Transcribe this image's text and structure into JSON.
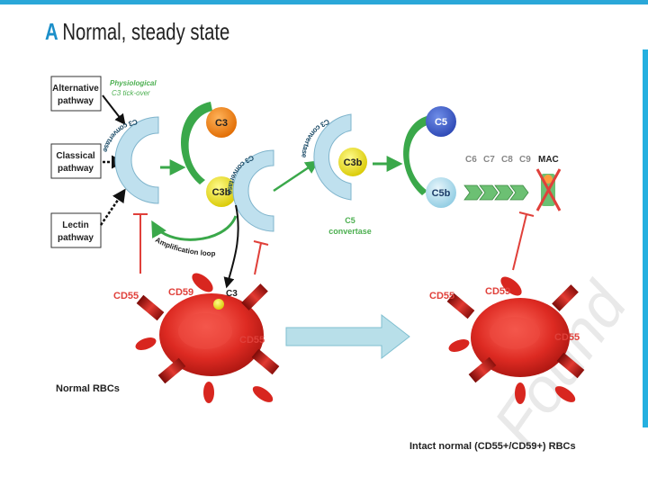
{
  "title": {
    "letter": "A",
    "text": "Normal, steady state"
  },
  "pathways": [
    {
      "line1": "Alternative",
      "line2": "pathway"
    },
    {
      "line1": "Classical",
      "line2": "pathway"
    },
    {
      "line1": "Lectin",
      "line2": "pathway"
    }
  ],
  "tickover": {
    "line1": "Physiological",
    "line2": "C3 tick-over"
  },
  "c3_convertase_label": "C3 convertase",
  "c5_convertase_arc_label": "C3 convertase",
  "c3": "C3",
  "c3b": "C3b",
  "plus": "+",
  "amplification_loop": "Amplification loop",
  "c3b_c5": "C3b",
  "c5_convertase": {
    "line1": "C5",
    "line2": "convertase"
  },
  "c5": "C5",
  "c5b": "C5b",
  "terminal": {
    "c6": "C6",
    "c7": "C7",
    "c8": "C8",
    "c9": "C9",
    "mac": "MAC"
  },
  "left_rbc": {
    "cd55_a": "CD55",
    "cd59": "CD59",
    "c3": "C3",
    "cd55_b": "CD55",
    "caption": "Normal RBCs"
  },
  "right_rbc": {
    "cd55": "CD55",
    "cd59": "CD59",
    "cd55_b": "CD55",
    "caption": "Intact normal (CD55+/CD59+) RBCs"
  },
  "watermark": "Found",
  "colors": {
    "accent": "#1c8fc9",
    "arrow_green": "#3aa84a",
    "inhibit_red": "#e0403a",
    "rbc_red": "#d8261f",
    "convertase_blue": "#b9dcec"
  }
}
